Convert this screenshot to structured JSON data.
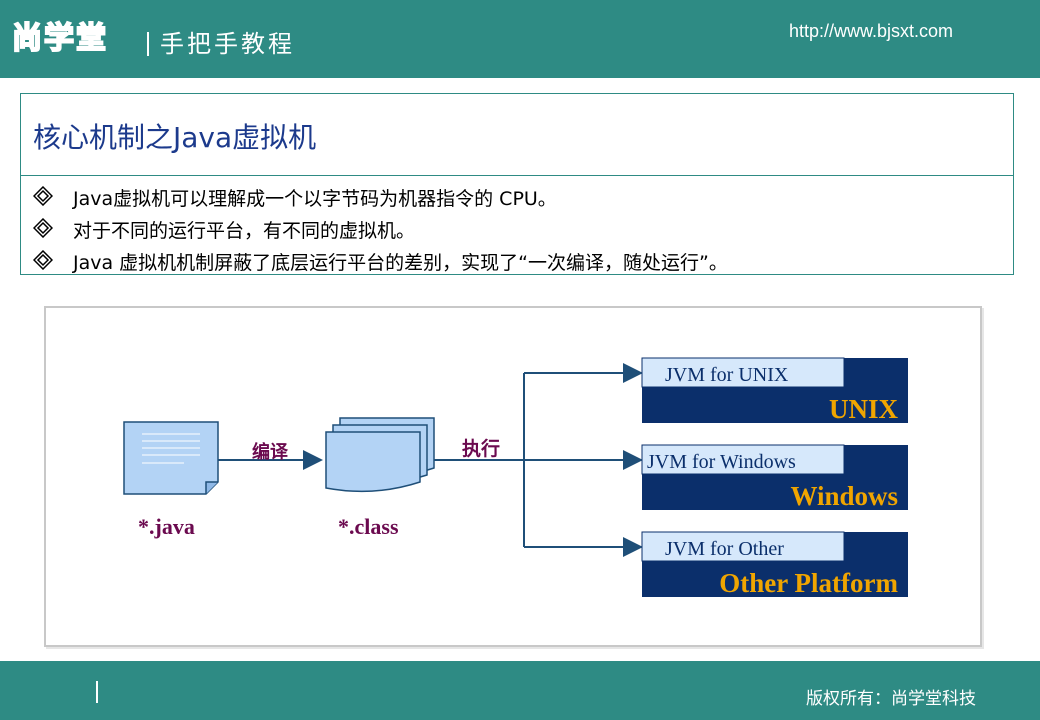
{
  "header": {
    "logo": "尚学堂",
    "subtitle": "手把手教程",
    "url": "http://www.bjsxt.com"
  },
  "slide": {
    "title": "核心机制之Java虚拟机",
    "bullets": [
      "Java虚拟机可以理解成一个以字节码为机器指令的 CPU。",
      "对于不同的运行平台，有不同的虚拟机。",
      "Java 虚拟机机制屏蔽了底层运行平台的差别，实现了“一次编译，随处运行”。"
    ]
  },
  "diagram": {
    "source_label": "*.java",
    "compile_label": "编译",
    "class_label": "*.class",
    "execute_label": "执行",
    "platforms": [
      {
        "jvm": "JVM for UNIX",
        "name": "UNIX"
      },
      {
        "jvm": "JVM for Windows",
        "name": "Windows"
      },
      {
        "jvm": "JVM for Other",
        "name": "Other Platform"
      }
    ],
    "colors": {
      "navy": "#0b2f6b",
      "jvm_fill": "#d6e8fb",
      "platform_text": "#f0a500",
      "arrow": "#1f4f78",
      "label": "#6b0a4f",
      "doc_fill": "#b3d3f5"
    }
  },
  "footer": {
    "copyright": "版权所有：尚学堂科技"
  }
}
